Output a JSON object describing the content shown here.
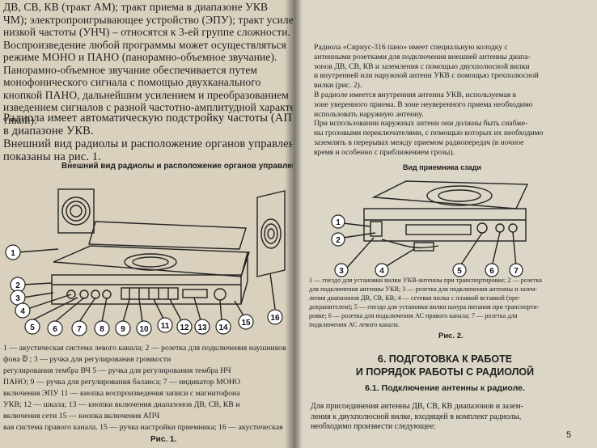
{
  "left": {
    "top_lines": [
      "ДВ, СВ, КВ (тракт АМ); тракт приема в диапазоне УКВ",
      "ЧМ); электропроигрывающее устройство (ЭПУ); тракт усиления",
      "низкой частоты (УНЧ) – относятся к 3-ей группе сложности.",
      "   Воспроизведение любой программы может осуществляться",
      "режиме МОНО и ПАНО (панорамно-объемное звучание).",
      "   Панорамно-объемное звучание обеспечивается путем",
      "монофонического сигнала с помощью двухканального",
      "кнопкой ПАНО, дальнейшим усилением и преобразованием",
      "изведением сигналов с разной частотно-амплитудной характеристикой.",
      "тикой)."
    ],
    "para2": [
      "   Радиола имеет автоматическую подстройку частоты (АПЧ)",
      "в диапазоне УКВ."
    ],
    "para3": [
      "   Внешний вид радиолы и расположение органов управления",
      "показаны на рис. 1."
    ],
    "figure_title": "Внешний вид радиолы и расположение органов управления",
    "callouts": [
      "1",
      "2",
      "3",
      "4",
      "5",
      "6",
      "7",
      "8",
      "9",
      "10",
      "11",
      "12",
      "13",
      "14",
      "15",
      "16"
    ],
    "legend_lines": [
      "1 — акустическая система левого канала; 2 — розетка для подключения наушников",
      "фона  ᘐ ; 3 — ручка для регулирования громкости",
      "регулирования тембра ВЧ       5 — ручка для регулирования тембра НЧ",
      "ПАНО; 9 — ручка для регулирования баланса;  7 — индикатор МОНО",
      "включения ЭПУ       11 — кнопка воспроизведения записи с магнитофона",
      "УКВ; 12 — шкала; 13 — кнопки включения диапазонов ДВ, СВ, КВ и",
      "включения сети       15 — кнопка включения АПЧ",
      "вая система правого канала.    15 — ручка настройки приемника; 16 — акустическая"
    ],
    "figure_label": "Рис. 1."
  },
  "right": {
    "intro_lines": [
      "   Радиола «Сириус-316 пано» имеет специальную колодку с",
      "антенными розетками для подключения внешней антенны диапа-",
      "зонов ДВ, СВ, КВ и заземления с помощью двухполюсной вилки",
      "и внутренней или наружной антенн УКВ с помощью трехполюсной",
      "вилки (рис. 2).",
      "   В радиоле имеется внутренняя антенна УКВ, используемая в",
      "зоне уверенного приема. В зоне неуверенного приема необходимо",
      "использовать наружную антенну.",
      "   При использовании наружных антенн они должны быть снабже-",
      "ны грозовыми переключателями, с помощью которых их необходимо",
      "заземлять в перерывах между приемом радиопередач (в ночное",
      "время и особенно с приближением грозы)."
    ],
    "figure_title": "Вид приемника сзади",
    "callouts": [
      "1",
      "2",
      "3",
      "4",
      "5",
      "6",
      "7"
    ],
    "legend_lines": [
      "1 — гнездо для установки вилки УКВ-антенны при транспортировке; 2 — розетка",
      "для подключения антенны УКВ; 3 — розетка для подключения антенны и зазем-",
      "ления диапазонов ДВ, СВ, КВ; 4 — сетевая вилка с плавкой вставкой (пре-",
      "дохранителем); 5 — гнездо для установки вилки шнура питания при транспорти-",
      "ровке; 6 — розетка для подключения АС правого канала; 7 — розетка для",
      "подключения АС левого канала."
    ],
    "figure_label": "Рис. 2.",
    "heading_line1": "6. ПОДГОТОВКА К РАБОТЕ",
    "heading_line2": "И ПОРЯДОК РАБОТЫ С РАДИОЛОЙ",
    "subheading": "6.1. Подключение антенны к радиоле.",
    "body_lines": [
      "   Для присоединения антенны ДВ, СВ, КВ диапазонов и зазем-",
      "ления к двухполюсной вилке, входящей в комплект радиолы,",
      "необходимо произвести следующее:"
    ],
    "page_number": "5"
  }
}
